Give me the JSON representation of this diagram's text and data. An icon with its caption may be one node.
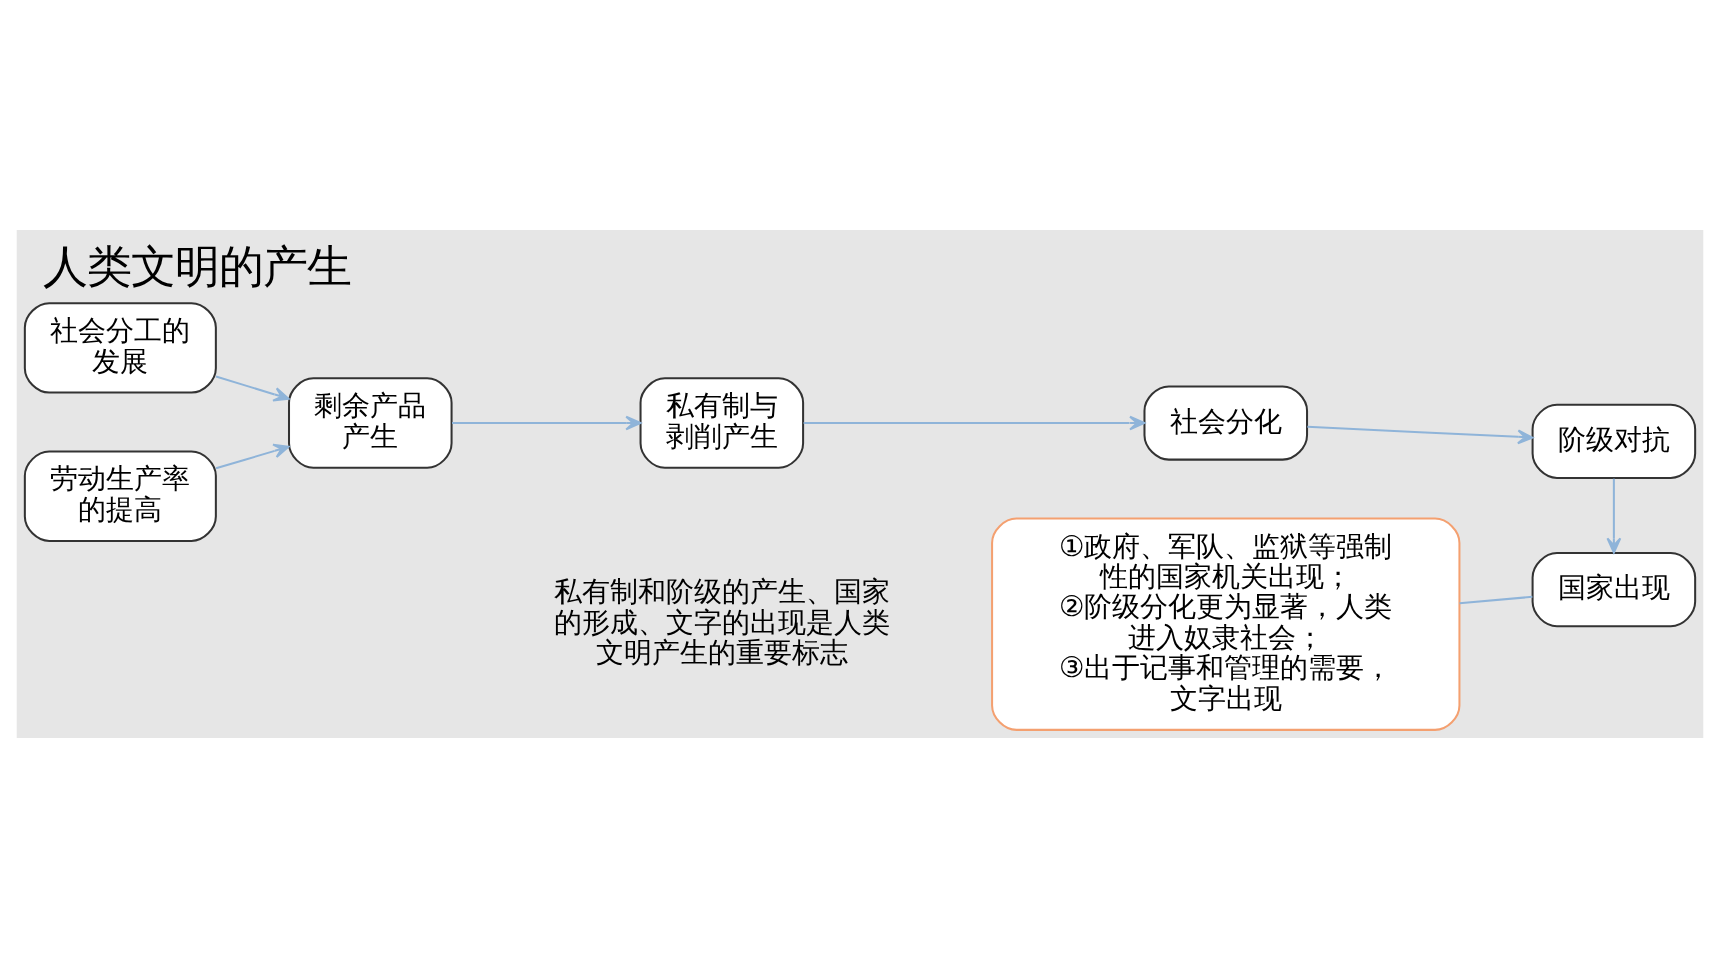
{
  "diagram": {
    "title": "人类文明的产生",
    "nodes": [
      {
        "text": [
          "社会分工的发展"
        ]
      },
      {
        "text": [
          "劳动生产率的提高"
        ]
      },
      {
        "text": [
          "剩余产品产生"
        ]
      },
      {
        "text": [
          "私有制与剥削产生"
        ]
      },
      {
        "text": [
          "社会分化"
        ]
      },
      {
        "text": [
          "阶级对抗"
        ]
      },
      {
        "text": [
          "国家出现"
        ]
      },
      {
        "text": [
          "①政府、军队、监狱等强制性的国家机关出现；",
          "②阶级分化更为显著，人类进入奴隶社会；",
          "③出于记事和管理的需要，文字出现"
        ]
      }
    ],
    "edges": [
      {
        "from": 0,
        "to": 2,
        "arrow": "to"
      },
      {
        "from": 1,
        "to": 2,
        "arrow": "to"
      },
      {
        "from": 2,
        "to": 3,
        "arrow": "to"
      },
      {
        "from": 3,
        "to": 4,
        "arrow": "to"
      },
      {
        "from": 4,
        "to": 5,
        "arrow": "to"
      },
      {
        "from": 5,
        "to": 6,
        "arrow": "to"
      },
      {
        "from": 7,
        "to": 6,
        "arrow": "none"
      }
    ],
    "labels": [
      "私有制和阶级的产生、国家的形成、文字的出现是人类文明产生的重要标志"
    ]
  }
}
